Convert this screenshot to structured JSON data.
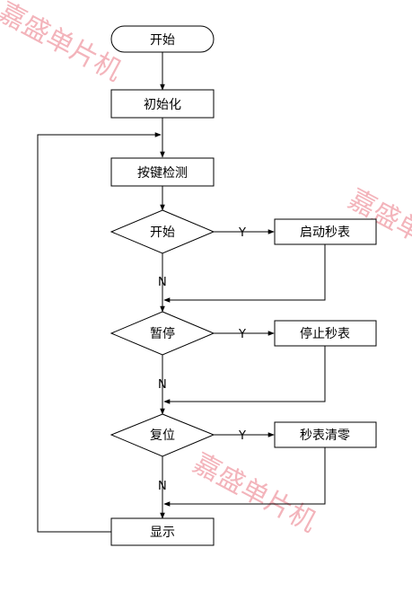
{
  "watermark": {
    "text": "嘉盛单片机",
    "color": "#f2a8b0"
  },
  "nodes": {
    "start": "开始",
    "init": "初始化",
    "key_detect": "按键检测",
    "decision_start": "开始",
    "start_timer": "启动秒表",
    "decision_pause": "暂停",
    "stop_timer": "停止秒表",
    "decision_reset": "复位",
    "clear_timer": "秒表清零",
    "display": "显示"
  },
  "edge_labels": {
    "yes": "Y",
    "no": "N"
  }
}
